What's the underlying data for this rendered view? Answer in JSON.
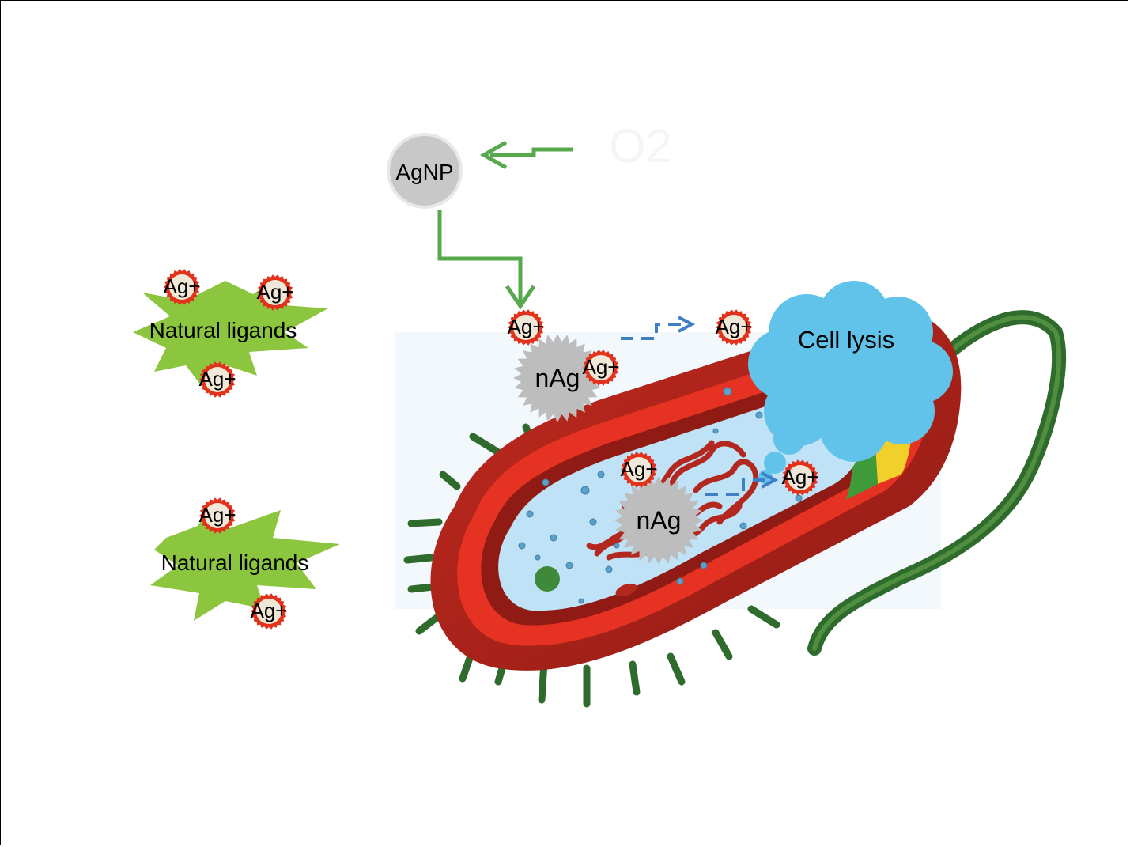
{
  "labels": {
    "agnp": "AgNP",
    "o2": "O2",
    "ag_ion": "Ag+",
    "nano_ag": "nAg",
    "natural_ligands": "Natural ligands",
    "cell_lysis": "Cell lysis"
  },
  "colors": {
    "green_arrow": "#58a84e",
    "blue_arrow": "#3f7fc4",
    "agnp_fill": "#c8c8c8",
    "nag_fill": "#bdbdbd",
    "ion_fill": "#efe8d8",
    "ion_ring": "#e2321c",
    "ligand_fill": "#8cc63f",
    "lysis_cloud": "#62c3ea",
    "cell_outer": "#b3241c",
    "cell_wall": "#e63222",
    "cytoplasm": "#bfe2f7",
    "dna": "#b3281e",
    "pili": "#2f6b2c",
    "flagellum": "#2f6b2c"
  }
}
